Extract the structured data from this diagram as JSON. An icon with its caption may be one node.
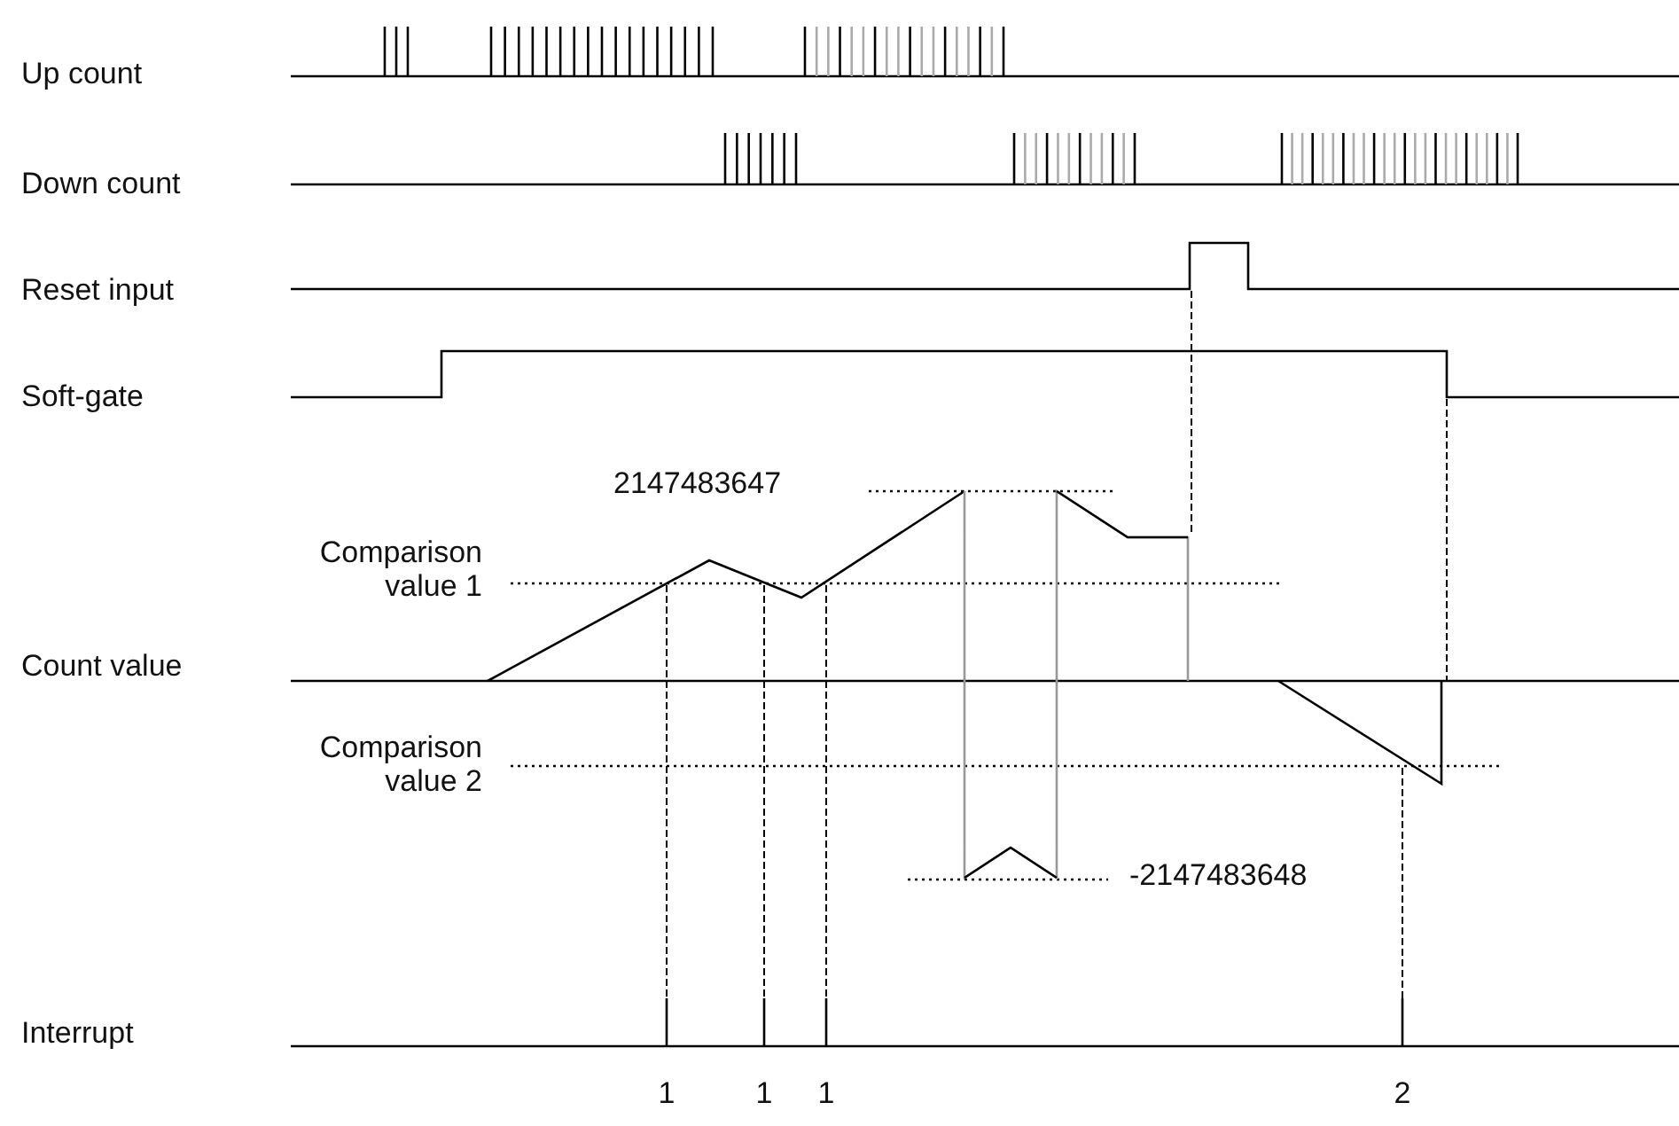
{
  "diagram": {
    "labels": [
      "Up count",
      "Down count",
      "Reset input",
      "Soft-gate",
      "2147483647",
      "Comparison value 1",
      "Count value",
      "Comparison value 2",
      "-2147483648",
      "Interrupt",
      "1",
      "1",
      "1",
      "2"
    ]
  }
}
